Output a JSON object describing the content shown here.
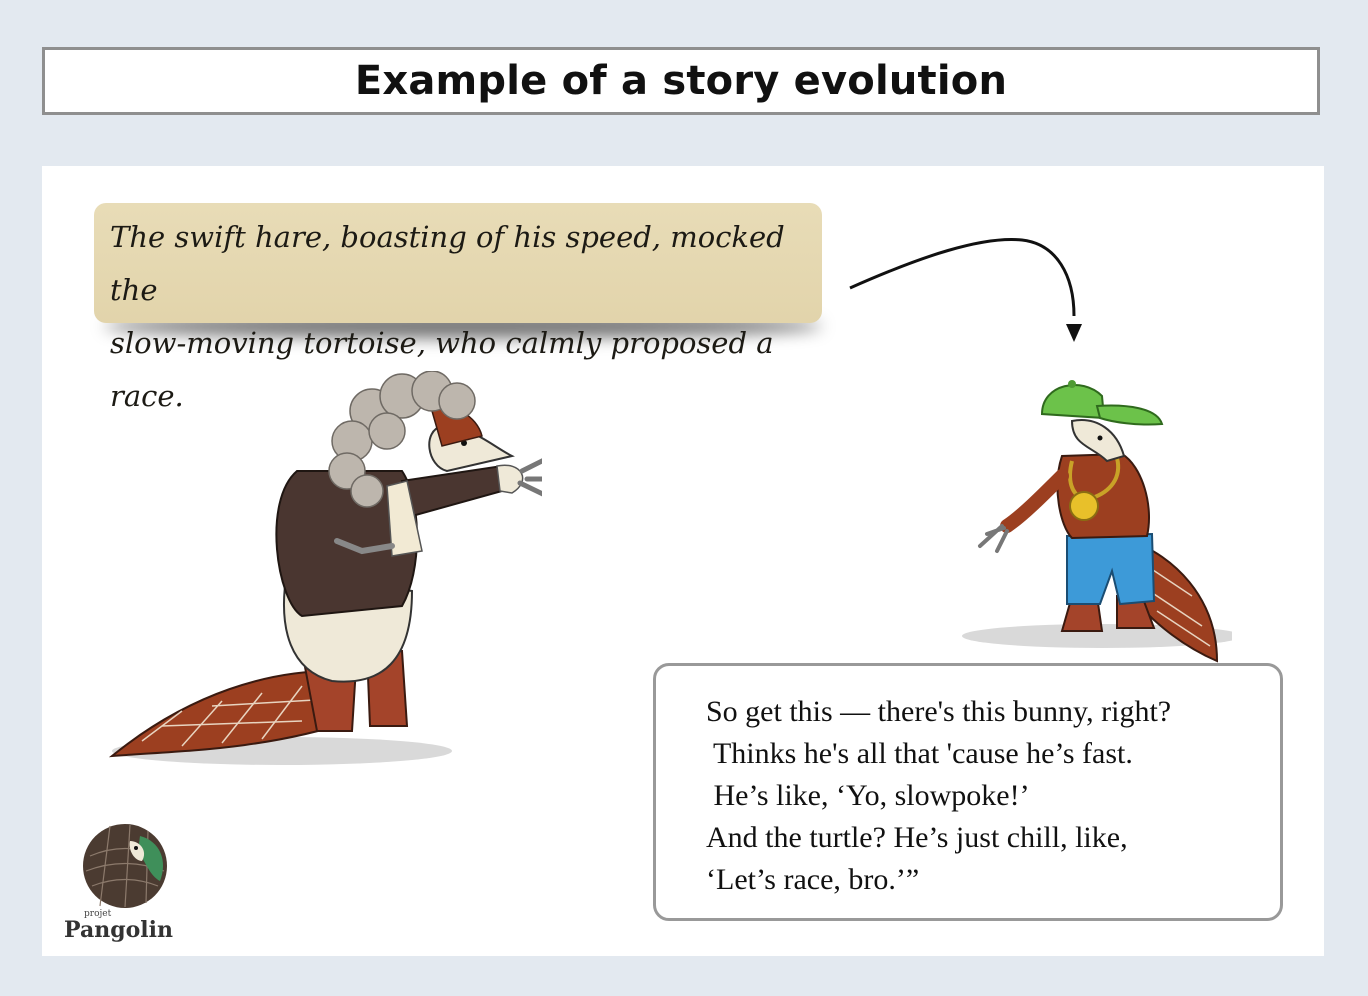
{
  "title": "Example of a story evolution",
  "scroll": {
    "lines": [
      "The swift hare, boasting of his speed, mocked the",
      "slow-moving tortoise, who calmly proposed a race."
    ]
  },
  "bubble": {
    "lines": [
      "So get this — there's this bunny, right?",
      " Thinks he's all that 'cause he’s fast.",
      " He’s like, ‘Yo, slowpoke!’",
      "And the turtle? He’s just chill, like,",
      "‘Let’s race, bro.’”"
    ]
  },
  "logo": {
    "small": "projet",
    "name": "Pangolin"
  },
  "colors": {
    "background": "#e3e9f0",
    "scroll": "#e5d8b0",
    "pangolin_scales": "#9c3f20",
    "cap": "#6cc24a",
    "shorts": "#3d9ad8",
    "coat": "#4a3630"
  }
}
